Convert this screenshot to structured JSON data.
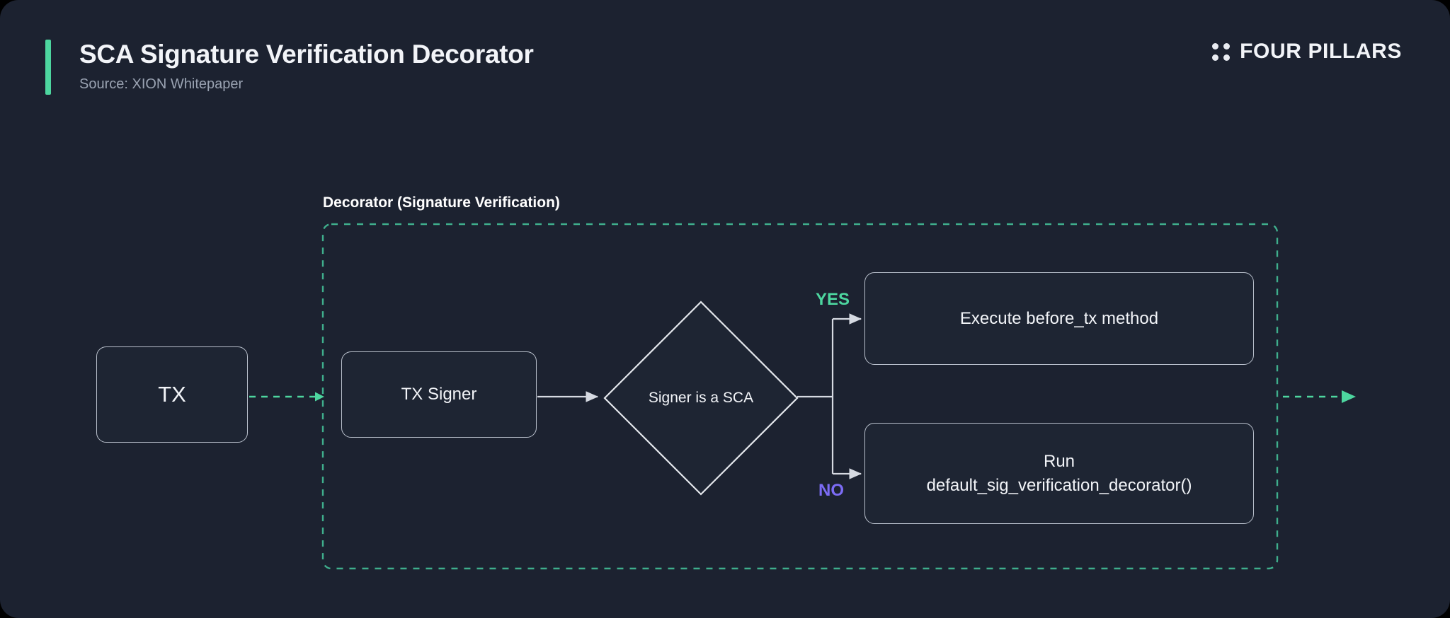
{
  "header": {
    "title": "SCA Signature Verification Decorator",
    "subtitle": "Source: XION Whitepaper",
    "accent_color": "#4dd69f",
    "brand_name": "FOUR PILLARS",
    "brand_icon": "four-dots-grid-icon"
  },
  "diagram": {
    "group_label": "Decorator (Signature Verification)",
    "group_border_color": "#3fae8c",
    "group_border_style": "dashed",
    "background_color": "#1c2230",
    "node_border_color": "#b9c0cc",
    "node_fill_color": "#1e2533",
    "nodes": {
      "tx": {
        "label": "TX",
        "shape": "rounded-rect"
      },
      "tx_signer": {
        "label": "TX Signer",
        "shape": "rounded-rect"
      },
      "decision": {
        "label": "Signer is a SCA",
        "shape": "diamond"
      },
      "execute": {
        "label": "Execute before_tx method",
        "shape": "rounded-rect"
      },
      "run": {
        "label_line1": "Run",
        "label_line2": "default_sig_verification_decorator()",
        "shape": "rounded-rect"
      }
    },
    "edges": {
      "tx_to_decorator": {
        "label": "",
        "style": "dashed",
        "color": "#4dd69f"
      },
      "signer_to_decision": {
        "label": "",
        "style": "solid",
        "color": "#d6dae2"
      },
      "decision_to_execute": {
        "label": "YES",
        "style": "solid",
        "color": "#d6dae2",
        "label_color": "#4dd69f"
      },
      "decision_to_run": {
        "label": "NO",
        "style": "solid",
        "color": "#d6dae2",
        "label_color": "#7c6cf5"
      },
      "decorator_exit": {
        "label": "",
        "style": "dashed",
        "color": "#4dd69f"
      }
    }
  }
}
